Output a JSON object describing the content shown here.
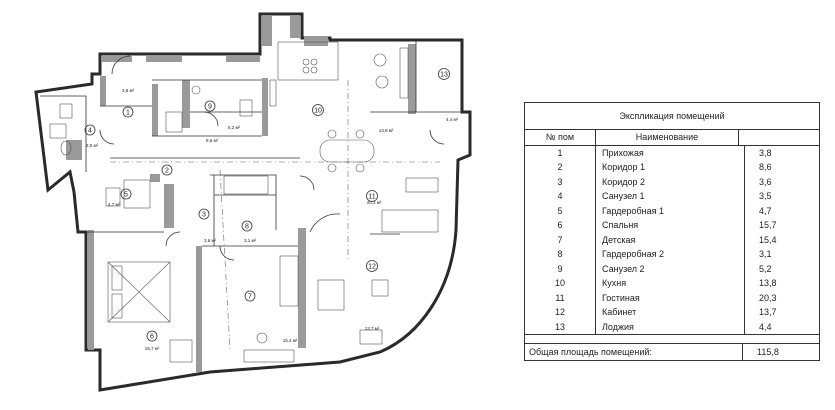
{
  "explication": {
    "title": "Экспликация помещений",
    "col_num": "№ пом",
    "col_name": "Наименование",
    "rows": [
      {
        "num": "1",
        "name": "Прихожая",
        "area": "3,8"
      },
      {
        "num": "2",
        "name": "Коридор 1",
        "area": "8,6"
      },
      {
        "num": "3",
        "name": "Коридор 2",
        "area": "3,6"
      },
      {
        "num": "4",
        "name": "Санузел 1",
        "area": "3,5"
      },
      {
        "num": "5",
        "name": "Гардеробная 1",
        "area": "4,7"
      },
      {
        "num": "6",
        "name": "Спальня",
        "area": "15,7"
      },
      {
        "num": "7",
        "name": "Детская",
        "area": "15,4"
      },
      {
        "num": "8",
        "name": "Гардеробная 2",
        "area": "3,1"
      },
      {
        "num": "9",
        "name": "Санузел 2",
        "area": "5,2"
      },
      {
        "num": "10",
        "name": "Кухня",
        "area": "13,8"
      },
      {
        "num": "11",
        "name": "Гостиная",
        "area": "20,3"
      },
      {
        "num": "12",
        "name": "Кабинет",
        "area": "13,7"
      },
      {
        "num": "13",
        "name": "Лоджия",
        "area": "4,4"
      }
    ],
    "total_label": "Общая площадь помещений:",
    "total_value": "115,8"
  },
  "plan": {
    "rooms": [
      {
        "num": "1",
        "area": "3,8 м²"
      },
      {
        "num": "2",
        "area": "8,6 м²"
      },
      {
        "num": "3",
        "area": "3,6 м²"
      },
      {
        "num": "4",
        "area": "3,5 м²"
      },
      {
        "num": "5",
        "area": "4,7 м²"
      },
      {
        "num": "6",
        "area": "15,7 м²"
      },
      {
        "num": "7",
        "area": "15,4 м²"
      },
      {
        "num": "8",
        "area": "3,1 м²"
      },
      {
        "num": "9",
        "area": "5,2 м²"
      },
      {
        "num": "10",
        "area": "13,8 м²"
      },
      {
        "num": "11",
        "area": "20,3 м²"
      },
      {
        "num": "12",
        "area": "13,7 м²"
      },
      {
        "num": "13",
        "area": "4,4 м²"
      }
    ]
  }
}
